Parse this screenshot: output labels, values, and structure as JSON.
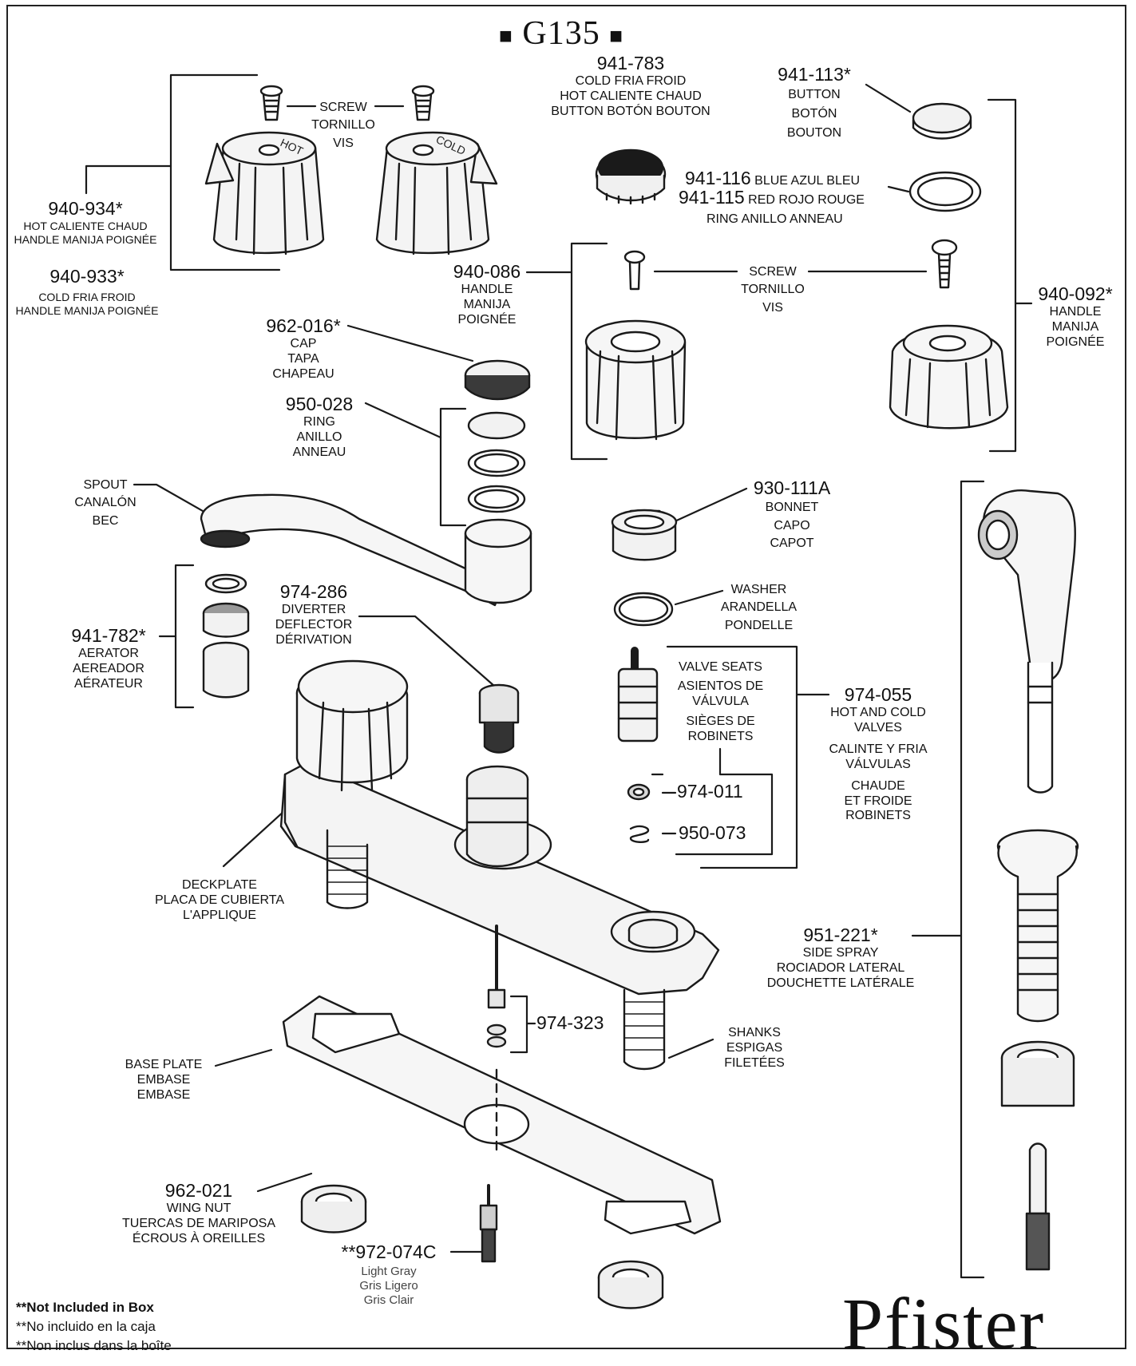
{
  "title": "G135",
  "brand": "Pfister",
  "parts": {
    "p941_783": {
      "num": "941-783",
      "l1": "COLD FRIA FROID",
      "l2": "HOT CALIENTE CHAUD",
      "l3": "BUTTON BOTÓN BOUTON"
    },
    "p941_113": {
      "num": "941-113*",
      "l1": "BUTTON",
      "l2": "BOTÓN",
      "l3": "BOUTON"
    },
    "p941_116": {
      "num": "941-116",
      "desc": "BLUE AZUL BLEU"
    },
    "p941_115": {
      "num": "941-115",
      "desc": "RED ROJO ROUGE"
    },
    "ring_label": "RING ANILLO ANNEAU",
    "screw1": {
      "l1": "SCREW",
      "l2": "TORNILLO",
      "l3": "VIS"
    },
    "p940_934": {
      "num": "940-934*",
      "l1": "HOT CALIENTE CHAUD",
      "l2": "HANDLE MANIJA POIGNÉE"
    },
    "p940_933": {
      "num": "940-933*",
      "l1": "COLD FRIA FROID",
      "l2": "HANDLE MANIJA POIGNÉE"
    },
    "p940_086": {
      "num": "940-086",
      "l1": "HANDLE",
      "l2": "MANIJA",
      "l3": "POIGNÉE"
    },
    "screw2": {
      "l1": "SCREW",
      "l2": "TORNILLO",
      "l3": "VIS"
    },
    "p940_092": {
      "num": "940-092*",
      "l1": "HANDLE",
      "l2": "MANIJA",
      "l3": "POIGNÉE"
    },
    "p962_016": {
      "num": "962-016*",
      "l1": "CAP",
      "l2": "TAPA",
      "l3": "CHAPEAU"
    },
    "p950_028": {
      "num": "950-028",
      "l1": "RING",
      "l2": "ANILLO",
      "l3": "ANNEAU"
    },
    "spout": {
      "l1": "SPOUT",
      "l2": "CANALÓN",
      "l3": "BEC"
    },
    "p930_111a": {
      "num": "930-111A",
      "l1": "BONNET",
      "l2": "CAPO",
      "l3": "CAPOT"
    },
    "washer": {
      "l1": "WASHER",
      "l2": "ARANDELLA",
      "l3": "PONDELLE"
    },
    "p974_286": {
      "num": "974-286",
      "l1": "DIVERTER",
      "l2": "DEFLECTOR",
      "l3": "DÉRIVATION"
    },
    "p941_782": {
      "num": "941-782*",
      "l1": "AERATOR",
      "l2": "AEREADOR",
      "l3": "AÉRATEUR"
    },
    "valve_seats": {
      "l1": "VALVE SEATS",
      "l2": "ASIENTOS DE",
      "l3": "VÁLVULA",
      "l4": "SIÈGES DE",
      "l5": "ROBINETS"
    },
    "p974_055": {
      "num": "974-055",
      "l1": "HOT AND COLD",
      "l2": "VALVES",
      "l3": "CALINTE Y FRIA",
      "l4": "VÁLVULAS",
      "l5": "CHAUDE",
      "l6": "ET FROIDE",
      "l7": "ROBINETS"
    },
    "p974_011": {
      "num": "974-011"
    },
    "p950_073": {
      "num": "950-073"
    },
    "deckplate": {
      "l1": "DECKPLATE",
      "l2": "PLACA DE CUBIERTA",
      "l3": "L'APPLIQUE"
    },
    "p951_221": {
      "num": "951-221*",
      "l1": "SIDE SPRAY",
      "l2": "ROCIADOR LATERAL",
      "l3": "DOUCHETTE LATÉRALE"
    },
    "p974_323": {
      "num": "974-323"
    },
    "base_plate": {
      "l1": "BASE PLATE",
      "l2": "EMBASE",
      "l3": "EMBASE"
    },
    "shanks": {
      "l1": "SHANKS",
      "l2": "ESPIGAS",
      "l3": "FILETÉES"
    },
    "p962_021": {
      "num": "962-021",
      "l1": "WING NUT",
      "l2": "TUERCAS DE MARIPOSA",
      "l3": "ÉCROUS À OREILLES"
    },
    "p972_074c": {
      "num": "**972-074C",
      "l1": "Light Gray",
      "l2": "Gris Ligero",
      "l3": "Gris Clair"
    }
  },
  "handle_marks": {
    "hot": "HOT",
    "cold": "COLD"
  },
  "footnote": {
    "l1": "**Not Included in Box",
    "l2": "**No incluido en la caja",
    "l3": "**Non inclus dans la boîte"
  }
}
